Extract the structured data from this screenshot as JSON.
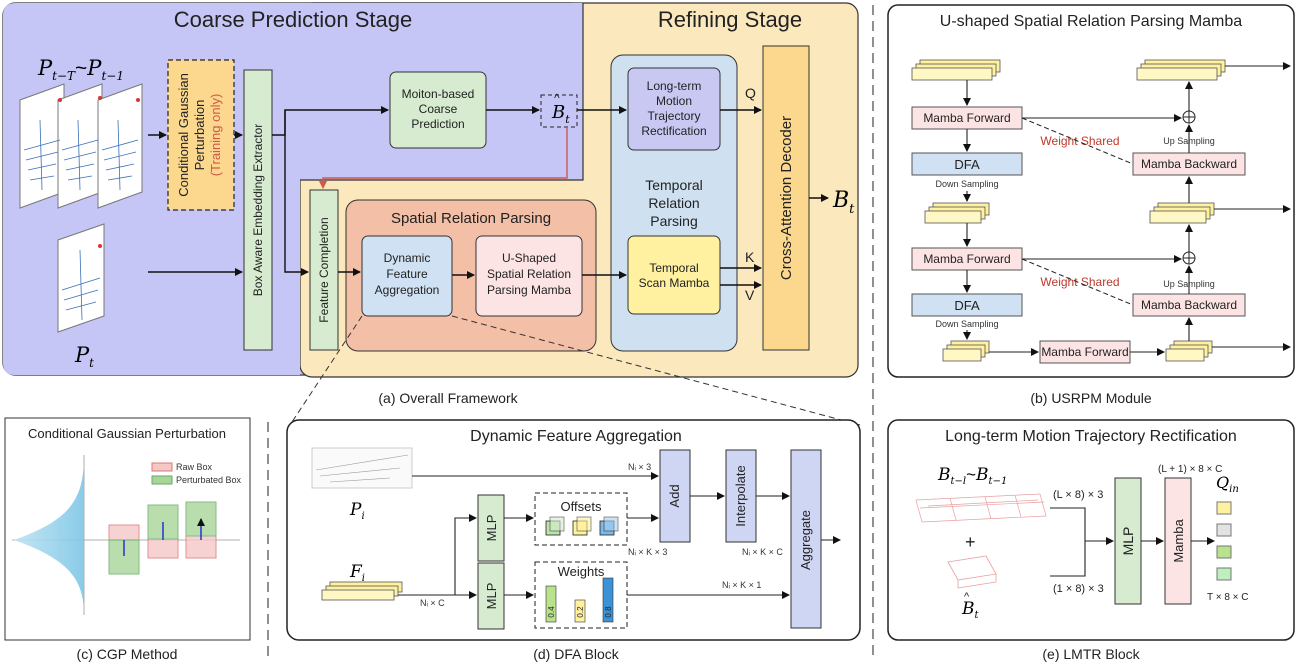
{
  "colors": {
    "coarse_bg": "#c5c6f6",
    "refine_bg": "#fbe8bd",
    "spatial_bg": "#f3bfa6",
    "temporal_bg": "#cfe0f0",
    "green_box": "#d6ebd0",
    "purple_box": "#c9c8f2",
    "yellow_box": "#fff1a0",
    "pink_box": "#fde4e4",
    "blue_box": "#cfe1f3",
    "orange_box": "#fbd88e",
    "red_arrow": "#d05a4a"
  },
  "a": {
    "coarse_title": "Coarse Prediction Stage",
    "refine_title": "Refining Stage",
    "p_seq": "P",
    "p_seq_sub": "t−T",
    "p_seq_tilde": "~",
    "p_seq2": "P",
    "p_seq2_sub": "t−1",
    "p_t": "P",
    "p_t_sub": "t",
    "cgp_lines": [
      "Conditional Gaussian",
      "Perturbation"
    ],
    "cgp_training": "(Training only)",
    "box_embed": "Box Aware Embedding Extractor",
    "motion_lines": [
      "Moiton-based",
      "Coarse",
      "Prediction"
    ],
    "b_hat": "B",
    "b_hat_sub": "t",
    "lmtr_lines": [
      "Long-term",
      "Motion",
      "Trajectory",
      "Rectification"
    ],
    "temporal_title_lines": [
      "Temporal",
      "Relation",
      "Parsing"
    ],
    "temporal_scan_lines": [
      "Temporal",
      "Scan Mamba"
    ],
    "q": "Q",
    "k": "K",
    "v": "V",
    "cross_attn": "Cross-Attention Decoder",
    "b_out": "B",
    "b_out_sub": "t",
    "feature_completion": "Feature Completion",
    "spatial_title": "Spatial Relation Parsing",
    "dfa_lines": [
      "Dynamic",
      "Feature",
      "Aggregation"
    ],
    "usrpm_lines": [
      "U-Shaped",
      "Spatial Relation",
      "Parsing Mamba"
    ],
    "caption": "(a) Overall Framework"
  },
  "b": {
    "title": "U-shaped Spatial Relation Parsing Mamba",
    "mamba_forward": "Mamba Forward",
    "mamba_backward": "Mamba Backward",
    "dfa": "DFA",
    "down_sampling": "Down Sampling",
    "up_sampling": "Up Sampling",
    "weight_shared": "Weight Shared",
    "caption": "(b) USRPM Module"
  },
  "c": {
    "title": "Conditional Gaussian Perturbation",
    "legend_raw": "Raw Box",
    "legend_perturbed": "Perturbated Box",
    "caption": "(c)  CGP Method"
  },
  "d": {
    "title": "Dynamic Feature Aggregation",
    "p_i": "P",
    "p_i_sub": "i",
    "f_i": "F",
    "f_i_sub": "i",
    "mlp": "MLP",
    "offsets": "Offsets",
    "weights": "Weights",
    "add": "Add",
    "interpolate": "Interpolate",
    "aggregate": "Aggregate",
    "dim_ni3": "Nᵢ × 3",
    "dim_nik3": "Nᵢ × K × 3",
    "dim_nic": "Nᵢ × C",
    "dim_nikc": "Nᵢ × K × C",
    "dim_nik1": "Nᵢ × K × 1",
    "weight_values": [
      "0.4",
      "0.2",
      "0.8"
    ],
    "caption": "(d) DFA Block"
  },
  "e": {
    "title": "Long-term Motion Trajectory Rectification",
    "b_seq": "B",
    "b_seq_sub": "t−l",
    "b_seq_tilde": "~",
    "b_seq2": "B",
    "b_seq2_sub": "t−1",
    "plus": "+",
    "b_hat": "B",
    "b_hat_sub": "t",
    "dim_l8_3": "(L × 8) × 3",
    "dim_1x8_3": "(1 × 8) × 3",
    "dim_l1_8c": "(L + 1) × 8 × C",
    "mlp": "MLP",
    "mamba": "Mamba",
    "q_in": "Q",
    "q_in_sub": "in",
    "dim_t8c": "T × 8 × C",
    "caption": "(e)  LMTR Block"
  }
}
